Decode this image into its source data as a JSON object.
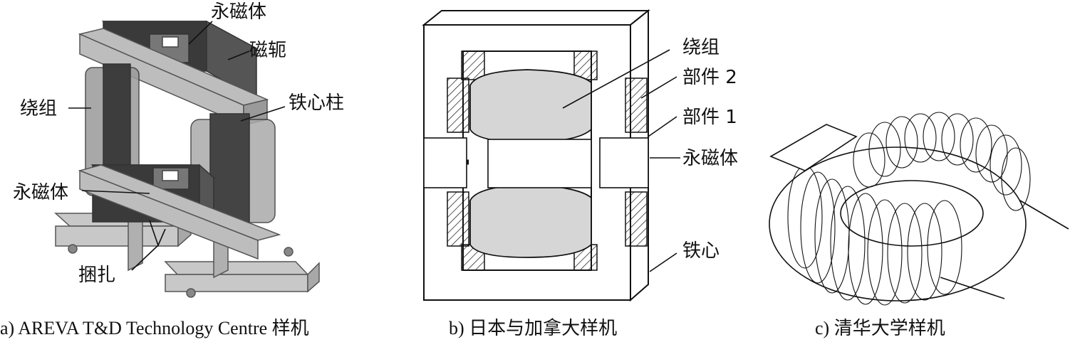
{
  "panel_a": {
    "labels": {
      "magnet_top": "永磁体",
      "yoke": "磁轭",
      "winding": "绕组",
      "core_column": "铁心柱",
      "magnet_bottom": "永磁体",
      "binding": "捆扎"
    },
    "caption": "a) AREVA T&D Technology Centre 样机"
  },
  "panel_b": {
    "labels": {
      "winding": "绕组",
      "part2": "部件 2",
      "part1": "部件 1",
      "magnet": "永磁体",
      "core": "铁心"
    },
    "caption": "b) 日本与加拿大样机"
  },
  "panel_c": {
    "caption": "c) 清华大学样机"
  }
}
